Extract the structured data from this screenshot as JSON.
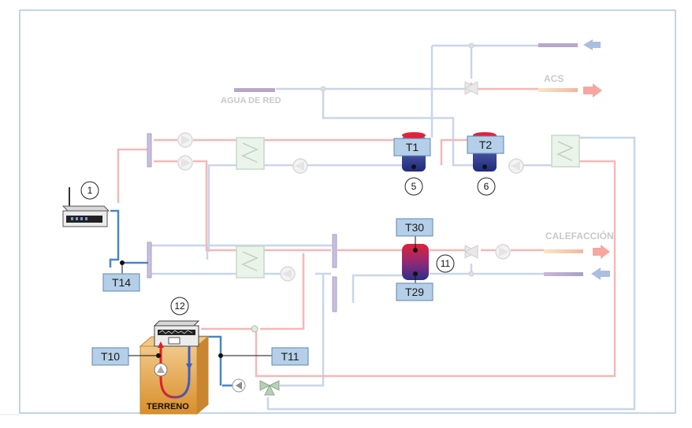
{
  "labels": {
    "agua_de_red": "AGUA DE RED",
    "acs": "ACS",
    "calefaccion": "CALEFACCIÓN",
    "terreno": "TERRENO"
  },
  "sensors": {
    "t1": "T1",
    "t2": "T2",
    "t30": "T30",
    "t29": "T29",
    "t14": "T14",
    "t10": "T10",
    "t11": "T11"
  },
  "markers": {
    "m1": "1",
    "m5": "5",
    "m6": "6",
    "m11": "11",
    "m12": "12"
  },
  "colors": {
    "hot_line": "#f4b5b5",
    "cold_line": "#c6d4e6",
    "active_hot": "#e02020",
    "active_cold": "#4a86c8",
    "sensor_fill": "#b4cfe7",
    "sensor_stroke": "#5f87b3",
    "frame": "#9db7d6",
    "ground": "#e6a64a"
  }
}
